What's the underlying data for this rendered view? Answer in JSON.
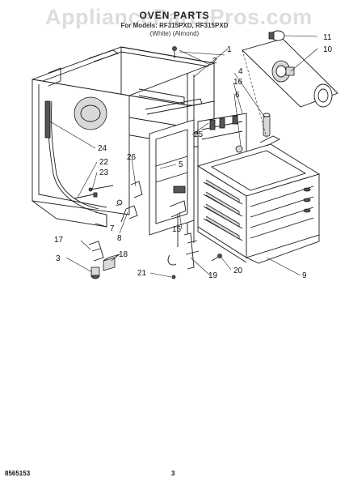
{
  "header": {
    "title": "OVEN PARTS",
    "models": "For Models: RF315PXD, RF315PXD",
    "colors": "(White)      (Almond)"
  },
  "watermark": "AppliancePartsPros.com",
  "footer": {
    "doc_number": "8565153",
    "page_number": "3"
  },
  "callouts": [
    "1",
    "2",
    "3",
    "4",
    "5",
    "6",
    "7",
    "8",
    "9",
    "10",
    "11",
    "15",
    "16",
    "17",
    "18",
    "19",
    "20",
    "21",
    "22",
    "23",
    "24",
    "25",
    "26"
  ]
}
